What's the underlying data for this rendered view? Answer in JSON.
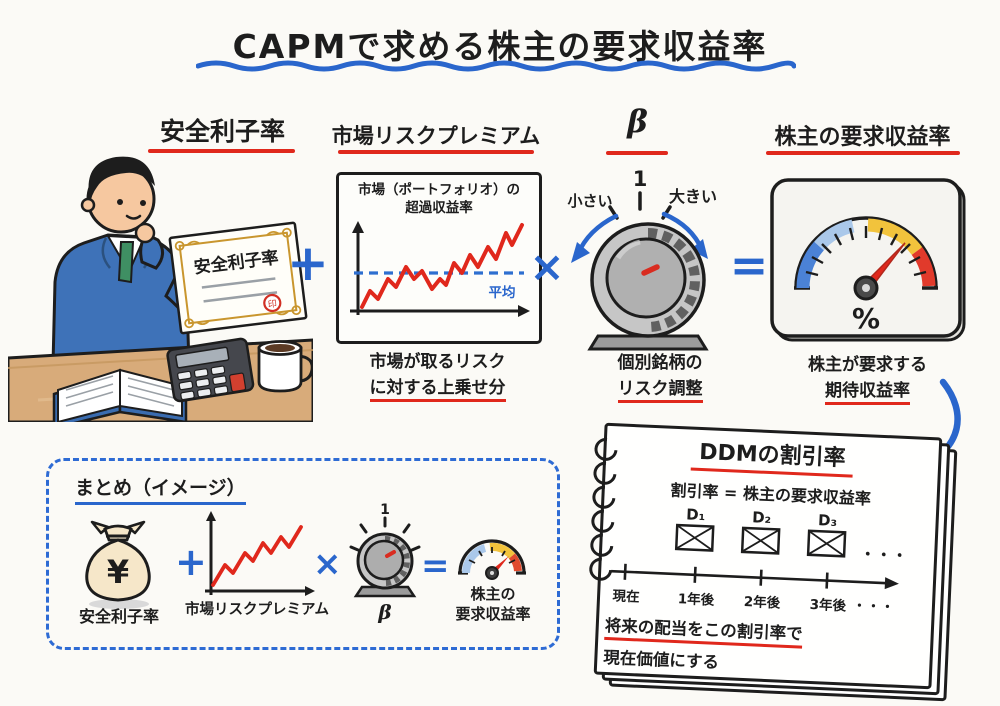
{
  "title": "CAPMで求める株主の要求収益率",
  "operators": {
    "plus": "+",
    "times": "×",
    "equals": "="
  },
  "headers": {
    "risk_free": "安全利子率",
    "market_premium": "市場リスクプレミアム",
    "beta": "β",
    "required_return": "株主の要求収益率"
  },
  "risk_free": {
    "certificate_text": "安全利子率",
    "certificate_seal": "印"
  },
  "market_premium": {
    "chart_title_line1": "市場（ポートフォリオ）の",
    "chart_title_line2": "超過収益率",
    "average_label": "平均",
    "caption_line1": "市場が取るリスク",
    "caption_line2": "に対する上乗せ分"
  },
  "beta": {
    "dial_value": "1",
    "smaller_label": "小さい",
    "larger_label": "大きい",
    "caption_line1": "個別銘柄の",
    "caption_line2": "リスク調整"
  },
  "required_return": {
    "gauge_unit": "%",
    "caption_line1": "株主が要求する",
    "caption_line2": "期待収益率"
  },
  "summary": {
    "header": "まとめ（イメージ）",
    "plus": "+",
    "times": "×",
    "equals": "=",
    "money_bag_symbol": "¥",
    "item1_label": "安全利子率",
    "item2_label": "市場リスクプレミアム",
    "item3_label": "β",
    "item3_dial_value": "1",
    "item4_label_line1": "株主の",
    "item4_label_line2": "要求収益率"
  },
  "notebook": {
    "title": "DDMの割引率",
    "equation": "割引率 = 株主の要求収益率",
    "dividend_labels": [
      "D₁",
      "D₂",
      "D₃"
    ],
    "dividend_dots": "・・・",
    "timeline_labels": [
      "現在",
      "1年後",
      "2年後",
      "3年後"
    ],
    "timeline_dots": "・・・",
    "caption_line1": "将来の配当をこの割引率で",
    "caption_line2": "現在価値にする"
  },
  "colors": {
    "accent_blue": "#2a66cc",
    "accent_red": "#e0281c",
    "ink": "#1d1d1d"
  }
}
